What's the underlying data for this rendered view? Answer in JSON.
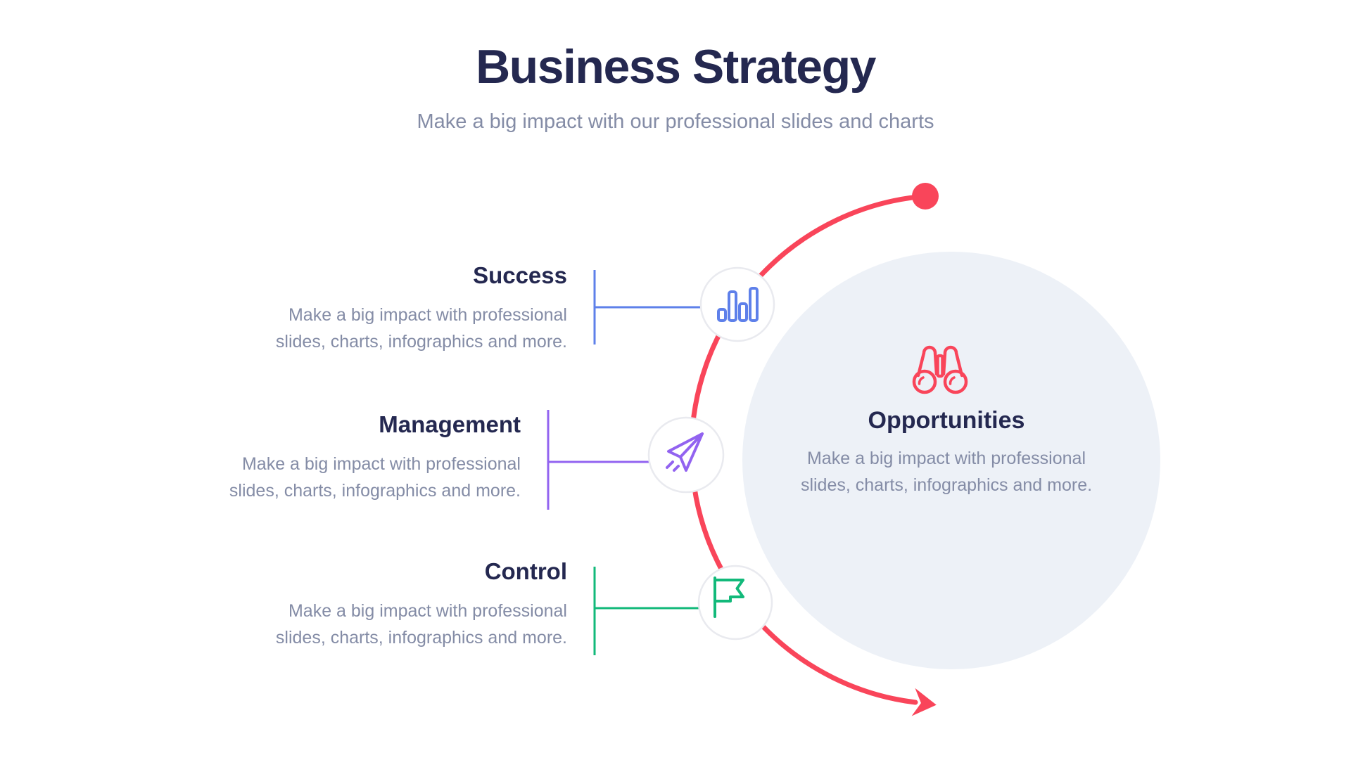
{
  "header": {
    "title": "Business Strategy",
    "subtitle": "Make a big impact with our professional slides and charts"
  },
  "sections": {
    "success": {
      "label": "Success",
      "color": "#5E80EA",
      "icon": "bar-chart-icon",
      "description_lines": [
        "Make a big impact with professional",
        "slides, charts, infographics and more."
      ]
    },
    "management": {
      "label": "Management",
      "color": "#9263F0",
      "icon": "paper-plane-icon",
      "description_lines": [
        "Make a big impact with professional",
        "slides, charts, infographics and more."
      ]
    },
    "control": {
      "label": "Control",
      "color": "#12B97A",
      "icon": "flag-icon",
      "description_lines": [
        "Make a big impact with professional",
        "slides, charts, infographics and more."
      ]
    },
    "opportunities": {
      "label": "Opportunities",
      "color": "#F9455A",
      "icon": "binoculars-icon",
      "description_lines": [
        "Make a big impact with professional",
        "slides, charts, infographics and more."
      ]
    }
  },
  "colors": {
    "arc": "#F9455A",
    "navy": "#242850",
    "gray": "#848CA6",
    "big_circle_bg": "#EDF1F7",
    "icon_circle_border": "#E9EAEF",
    "background": "#FFFFFF"
  }
}
